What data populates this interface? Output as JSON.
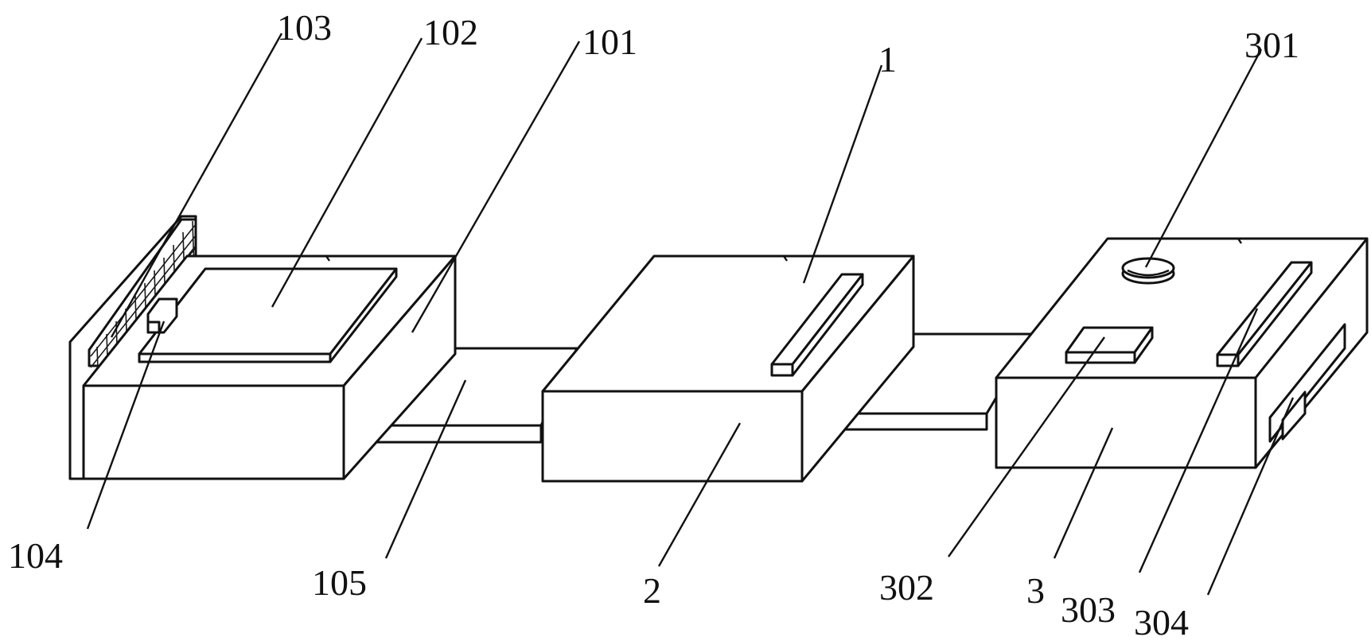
{
  "labels": {
    "l103": "103",
    "l102": "102",
    "l101": "101",
    "l1": "1",
    "l301": "301",
    "l104": "104",
    "l105": "105",
    "l2": "2",
    "l302": "302",
    "l3": "3",
    "l303": "303",
    "l304": "304"
  },
  "colors": {
    "line": "#111111",
    "background": "#ffffff"
  }
}
